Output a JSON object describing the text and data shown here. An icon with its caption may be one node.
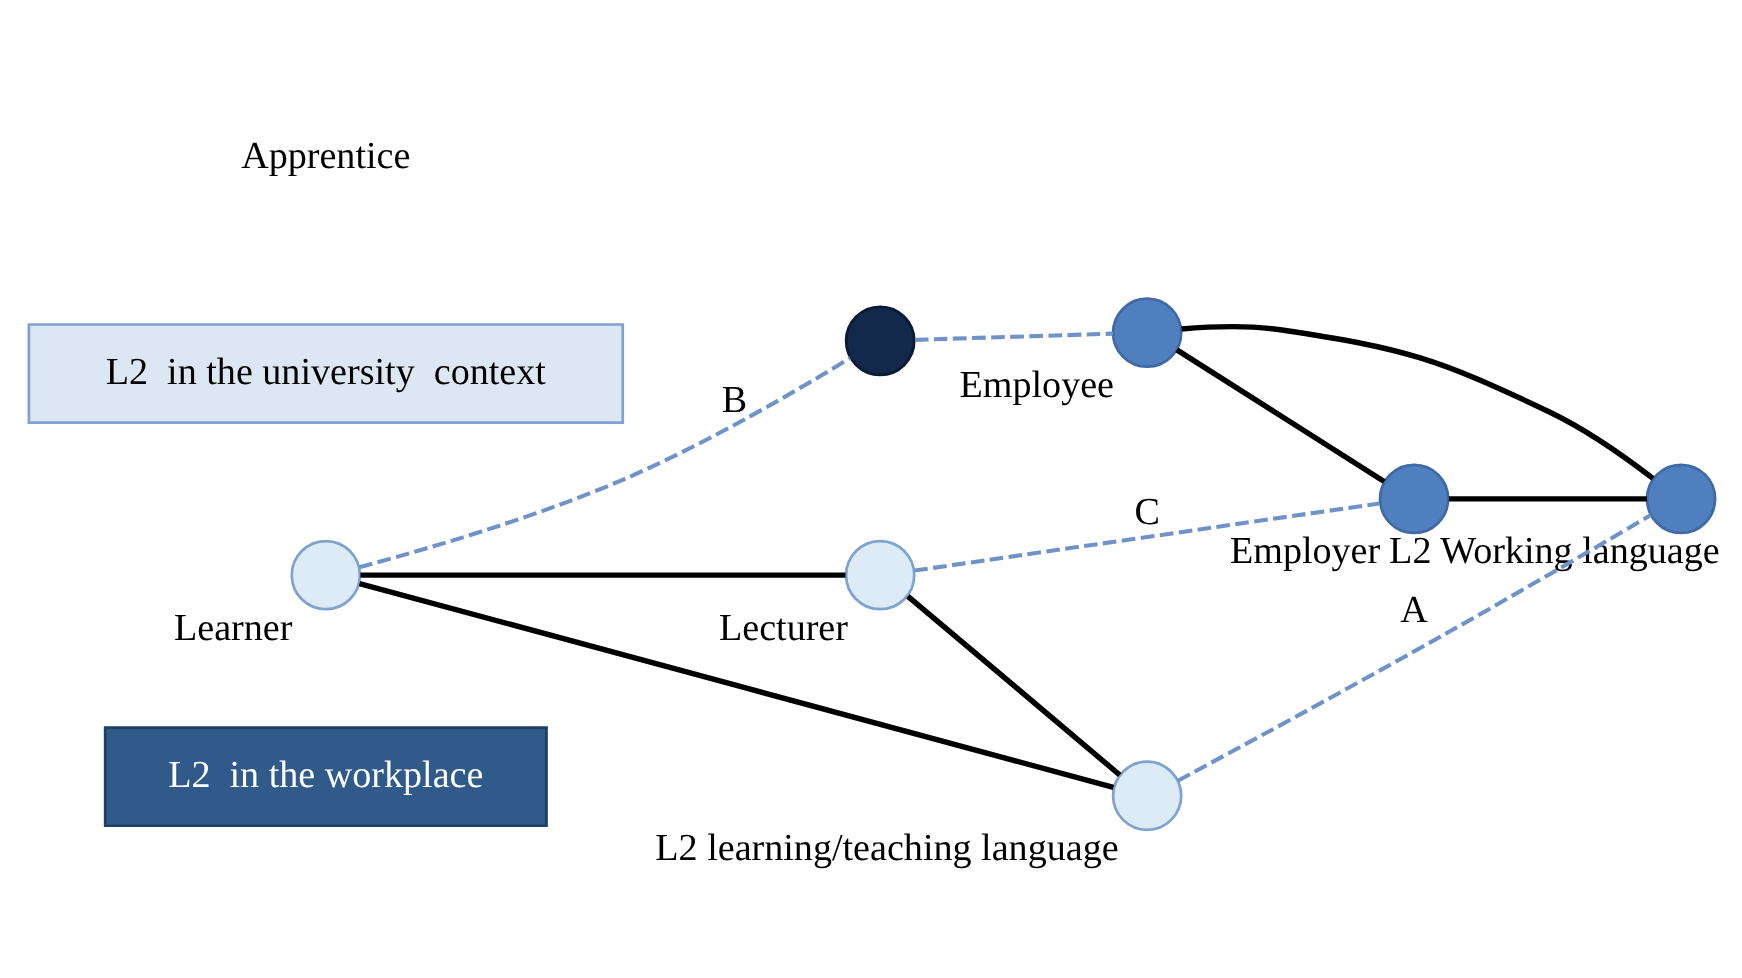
{
  "diagram": {
    "nodes": [
      {
        "text": [
          "L2  in the workplace"
        ]
      },
      {
        "text": [],
        "shape": "circle",
        "beside": [
          "Employee"
        ]
      },
      {
        "text": [],
        "shape": "circle"
      },
      {
        "text": [
          "L2  in the university  context"
        ]
      },
      {
        "text": [],
        "shape": "circle",
        "beside": [
          "Learner"
        ]
      },
      {
        "text": [],
        "shape": "circle",
        "beside": [
          "Employer"
        ]
      },
      {
        "text": [],
        "shape": "circle",
        "beside": [
          "L2 Working language"
        ]
      },
      {
        "text": [],
        "shape": "circle",
        "beside": [
          "Lecturer"
        ]
      },
      {
        "text": [],
        "shape": "circle",
        "beside": [
          "L2 learning/teaching language"
        ]
      }
    ],
    "edges": [
      {
        "from": 4,
        "to": 7,
        "arrow": "none"
      },
      {
        "from": 4,
        "to": 8,
        "arrow": "none"
      },
      {
        "from": 7,
        "to": 8,
        "arrow": "none"
      },
      {
        "from": 1,
        "to": 5,
        "arrow": "none"
      },
      {
        "from": 1,
        "to": 6,
        "arrow": "none"
      },
      {
        "from": 5,
        "to": 6,
        "arrow": "none"
      },
      {
        "from": 4,
        "to": 2,
        "arrow": "none",
        "label": "B",
        "style": "dashed",
        "color": "#6f93c8"
      },
      {
        "from": 2,
        "to": 1,
        "arrow": "none",
        "style": "dashed",
        "color": "#6f93c8"
      },
      {
        "from": 7,
        "to": 5,
        "arrow": "none",
        "label": "C",
        "style": "dashed",
        "color": "#6f93c8"
      },
      {
        "from": 8,
        "to": 6,
        "arrow": "none",
        "label": "A",
        "style": "dashed",
        "color": "#6f93c8"
      }
    ],
    "labels": [
      "Apprentice"
    ]
  }
}
